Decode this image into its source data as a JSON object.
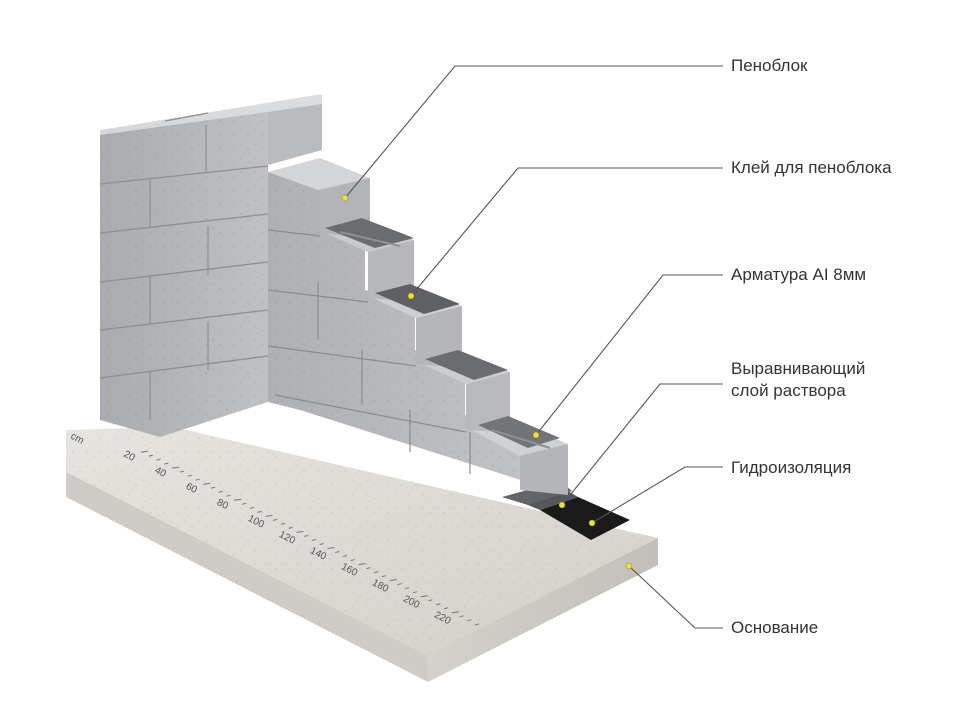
{
  "labels": [
    {
      "id": "penoblock",
      "text": "Пеноблок"
    },
    {
      "id": "glue",
      "text": "Клей для пеноблока"
    },
    {
      "id": "rebar",
      "text": "Арматура AI 8мм"
    },
    {
      "id": "leveling",
      "text": "Выравнивающий\nслой раствора"
    },
    {
      "id": "waterproofing",
      "text": "Гидроизоляция"
    },
    {
      "id": "foundation",
      "text": "Основание"
    }
  ],
  "ruler": {
    "unit": "cm",
    "marks": [
      "20",
      "40",
      "60",
      "80",
      "100",
      "120",
      "140",
      "160",
      "180",
      "200",
      "220"
    ]
  },
  "colors": {
    "block_front": "#b4b6b8",
    "block_top": "#d6d8da",
    "block_side": "#9a9c9f",
    "mortar": "#5e6063",
    "waterproofing": "#1a1a1a",
    "base_top": "#dedbd6",
    "base_side": "#c9c6c1",
    "leader_line": "#555555",
    "dot": "#e8e23a",
    "text": "#333333"
  }
}
